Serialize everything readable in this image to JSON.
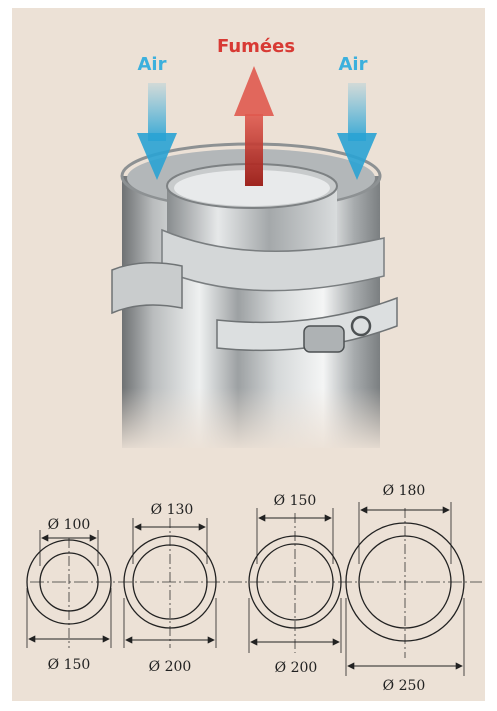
{
  "illustration": {
    "air_left_label": "Air",
    "fumes_label": "Fumées",
    "air_right_label": "Air",
    "colors": {
      "air": "#3cb0dd",
      "fumes": "#d83a34",
      "background": "#ece1d6"
    }
  },
  "diameters": [
    {
      "inner_label": "Ø 100",
      "outer_label": "Ø 150"
    },
    {
      "inner_label": "Ø 130",
      "outer_label": "Ø 200"
    },
    {
      "inner_label": "Ø 150",
      "outer_label": "Ø 200"
    },
    {
      "inner_label": "Ø 180",
      "outer_label": "Ø 250"
    }
  ]
}
